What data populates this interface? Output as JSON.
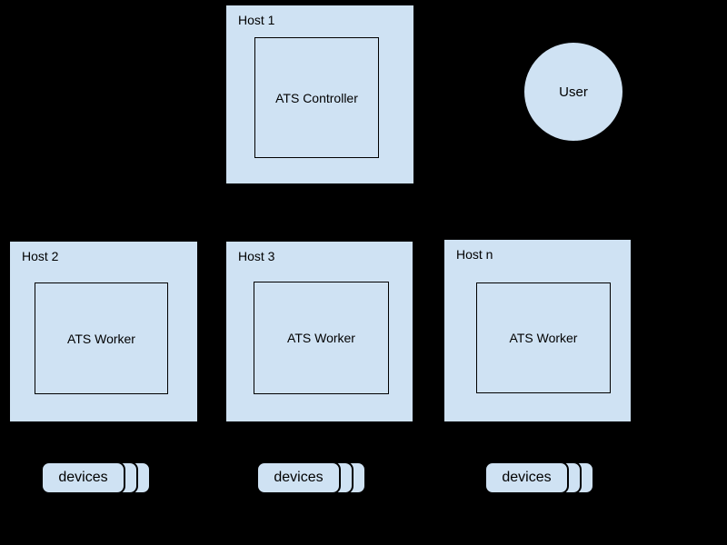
{
  "colors": {
    "background": "#000000",
    "node_fill": "#cfe2f3",
    "stroke": "#000000",
    "text": "#000000"
  },
  "hosts": [
    {
      "label": "Host 1",
      "inner_label": "ATS Controller"
    },
    {
      "label": "Host 2",
      "inner_label": "ATS Worker"
    },
    {
      "label": "Host 3",
      "inner_label": "ATS Worker"
    },
    {
      "label": "Host n",
      "inner_label": "ATS Worker"
    }
  ],
  "user": {
    "label": "User"
  },
  "devices": [
    {
      "label": "devices"
    },
    {
      "label": "devices"
    },
    {
      "label": "devices"
    }
  ]
}
